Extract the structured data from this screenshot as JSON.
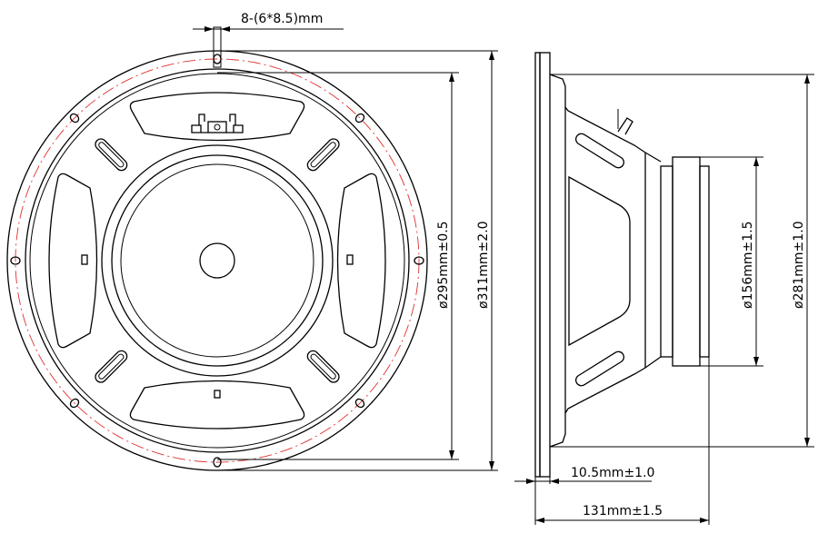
{
  "title": "Speaker driver dimension drawing",
  "labels": {
    "mounting_holes": "8-(6*8.5)mm",
    "dia_295": "ø295mm±0.5",
    "dia_311": "ø311mm±2.0",
    "dia_156": "ø156mm±1.5",
    "dia_281": "ø281mm±1.0",
    "flange_thickness": "10.5mm±1.0",
    "depth": "131mm±1.5"
  },
  "colors": {
    "line": "#000000",
    "centerline": "#e03030"
  }
}
